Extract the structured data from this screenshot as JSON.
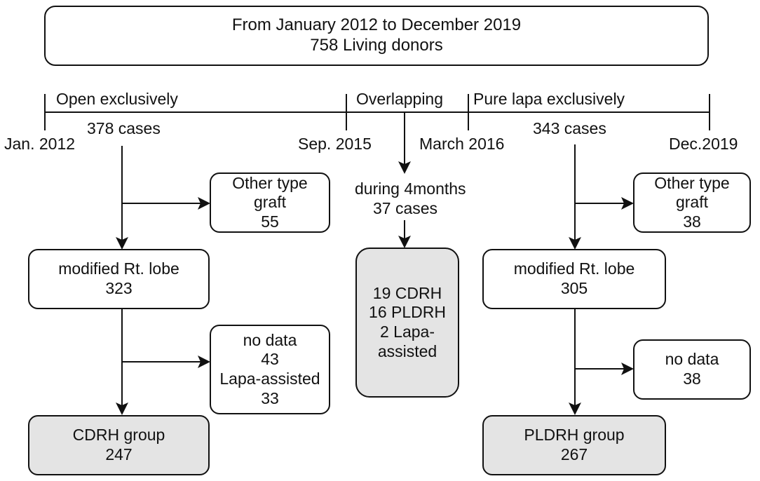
{
  "header": {
    "line1": "From January 2012 to December 2019",
    "line2": "758 Living donors"
  },
  "timeline": {
    "phases": {
      "open": "Open exclusively",
      "overlap": "Overlapping",
      "lapa": "Pure lapa exclusively"
    },
    "dates": {
      "start": "Jan. 2012",
      "sep": "Sep. 2015",
      "march": "March 2016",
      "end": "Dec.2019"
    }
  },
  "left": {
    "cases": "378 cases",
    "other": {
      "l1": "Other type",
      "l2": "graft",
      "l3": "55"
    },
    "modified": {
      "l1": "modified Rt. lobe",
      "l2": "323"
    },
    "nodata": {
      "l1": "no data",
      "l2": "43",
      "l3": "Lapa-assisted",
      "l4": "33"
    },
    "group": {
      "l1": "CDRH group",
      "l2": "247"
    }
  },
  "middle": {
    "period": "during 4months",
    "cases": "37 cases",
    "result": {
      "l1": "19 CDRH",
      "l2": "16 PLDRH",
      "l3": "2 Lapa-",
      "l4": "assisted"
    }
  },
  "right": {
    "cases": "343 cases",
    "other": {
      "l1": "Other type",
      "l2": "graft",
      "l3": "38"
    },
    "modified": {
      "l1": "modified Rt. lobe",
      "l2": "305"
    },
    "nodata": {
      "l1": "no data",
      "l2": "38"
    },
    "group": {
      "l1": "PLDRH group",
      "l2": "267"
    }
  }
}
